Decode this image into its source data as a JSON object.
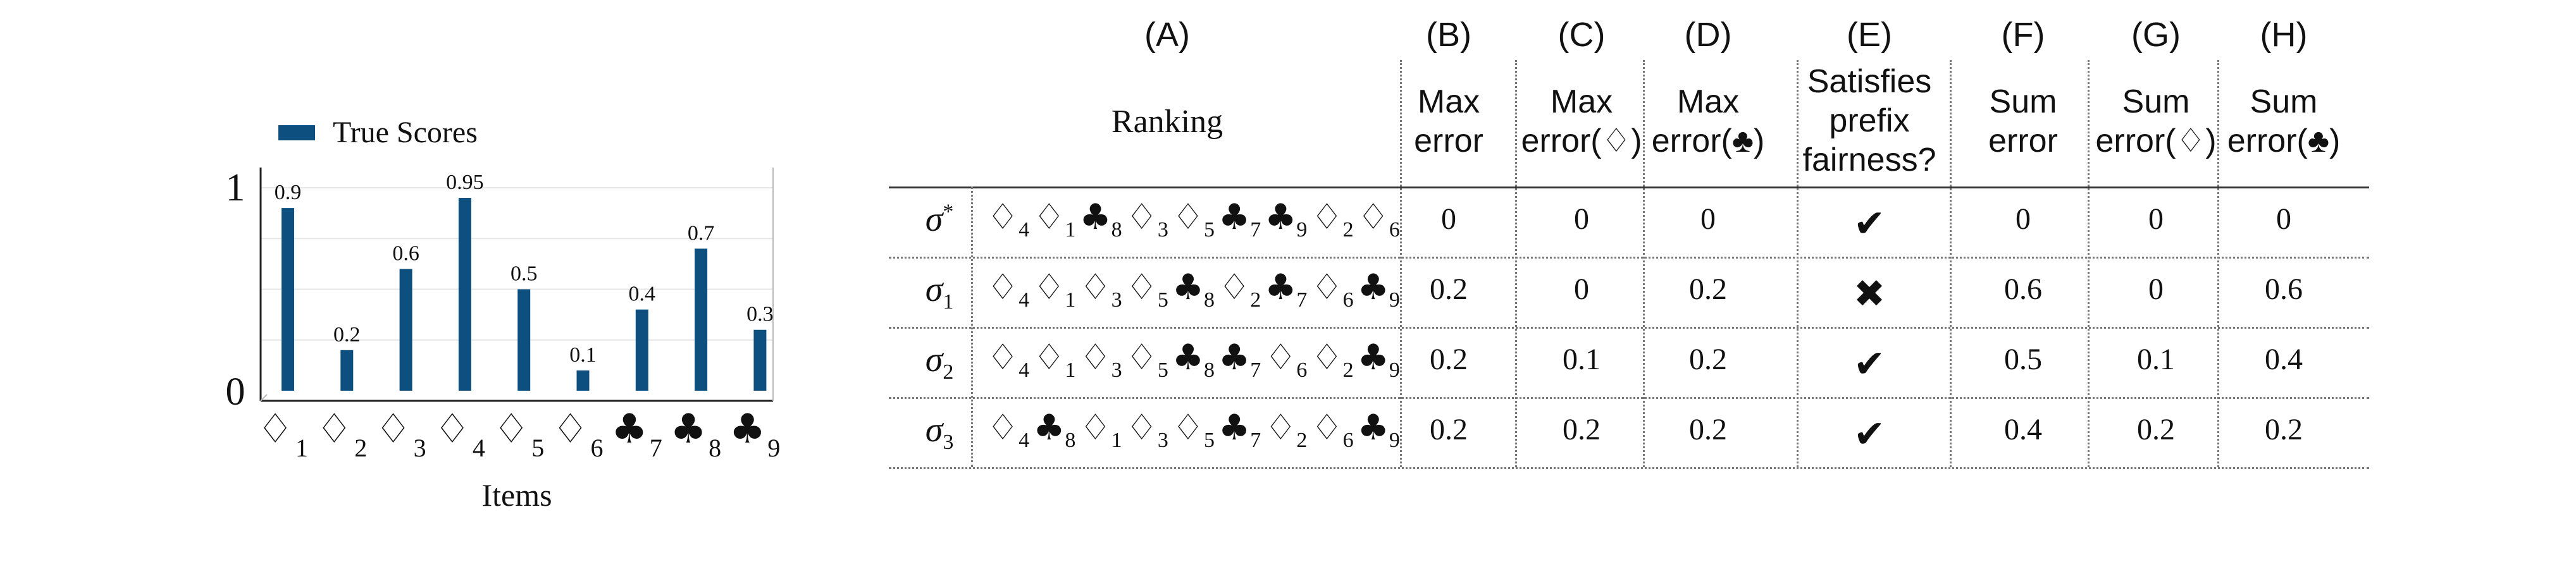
{
  "chart_data": {
    "type": "bar",
    "categories": [
      "♢1",
      "♢2",
      "♢3",
      "♢4",
      "♢5",
      "♢6",
      "♣7",
      "♣8",
      "♣9"
    ],
    "series": [
      {
        "name": "True Scores",
        "values": [
          0.9,
          0.2,
          0.6,
          0.95,
          0.5,
          0.1,
          0.4,
          0.7,
          0.3
        ]
      }
    ],
    "value_labels": [
      "0.9",
      "0.2",
      "0.6",
      "0.95",
      "0.5",
      "0.1",
      "0.4",
      "0.7",
      "0.3"
    ],
    "x_tick_labels": [
      {
        "symbol": "♢",
        "sub": "1"
      },
      {
        "symbol": "♢",
        "sub": "2"
      },
      {
        "symbol": "♢",
        "sub": "3"
      },
      {
        "symbol": "♢",
        "sub": "4"
      },
      {
        "symbol": "♢",
        "sub": "5"
      },
      {
        "symbol": "♢",
        "sub": "6"
      },
      {
        "symbol": "♣",
        "sub": "7"
      },
      {
        "symbol": "♣",
        "sub": "8"
      },
      {
        "symbol": "♣",
        "sub": "9"
      }
    ],
    "y_tick_labels": [
      "0",
      "1"
    ],
    "xlabel": "Items",
    "ylabel": "",
    "ylim": [
      0,
      1
    ],
    "grid": "horizontal",
    "legend": "top-left",
    "bar_color": "#0d5080"
  },
  "table": {
    "letters": [
      "(A)",
      "(B)",
      "(C)",
      "(D)",
      "(E)",
      "(F)",
      "(G)",
      "(H)"
    ],
    "headers": [
      [
        "Ranking"
      ],
      [
        "Max",
        "error"
      ],
      [
        "Max",
        "error(♢)"
      ],
      [
        "Max",
        "error(♣)"
      ],
      [
        "Satisfies",
        "prefix",
        "fairness?"
      ],
      [
        "Sum",
        "error"
      ],
      [
        "Sum",
        "error(♢)"
      ],
      [
        "Sum",
        "error(♣)"
      ]
    ],
    "rows": [
      {
        "label": {
          "base": "σ",
          "sub": "",
          "sup": "*"
        },
        "ranking": [
          [
            "♢",
            "4"
          ],
          [
            "♢",
            "1"
          ],
          [
            "♣",
            "8"
          ],
          [
            "♢",
            "3"
          ],
          [
            "♢",
            "5"
          ],
          [
            "♣",
            "7"
          ],
          [
            "♣",
            "9"
          ],
          [
            "♢",
            "2"
          ],
          [
            "♢",
            "6"
          ]
        ],
        "cells": [
          "0",
          "0",
          "0",
          "✔",
          "0",
          "0",
          "0"
        ]
      },
      {
        "label": {
          "base": "σ",
          "sub": "1",
          "sup": ""
        },
        "ranking": [
          [
            "♢",
            "4"
          ],
          [
            "♢",
            "1"
          ],
          [
            "♢",
            "3"
          ],
          [
            "♢",
            "5"
          ],
          [
            "♣",
            "8"
          ],
          [
            "♢",
            "2"
          ],
          [
            "♣",
            "7"
          ],
          [
            "♢",
            "6"
          ],
          [
            "♣",
            "9"
          ]
        ],
        "cells": [
          "0.2",
          "0",
          "0.2",
          "✖",
          "0.6",
          "0",
          "0.6"
        ]
      },
      {
        "label": {
          "base": "σ",
          "sub": "2",
          "sup": ""
        },
        "ranking": [
          [
            "♢",
            "4"
          ],
          [
            "♢",
            "1"
          ],
          [
            "♢",
            "3"
          ],
          [
            "♢",
            "5"
          ],
          [
            "♣",
            "8"
          ],
          [
            "♣",
            "7"
          ],
          [
            "♢",
            "6"
          ],
          [
            "♢",
            "2"
          ],
          [
            "♣",
            "9"
          ]
        ],
        "cells": [
          "0.2",
          "0.1",
          "0.2",
          "✔",
          "0.5",
          "0.1",
          "0.4"
        ]
      },
      {
        "label": {
          "base": "σ",
          "sub": "3",
          "sup": ""
        },
        "ranking": [
          [
            "♢",
            "4"
          ],
          [
            "♣",
            "8"
          ],
          [
            "♢",
            "1"
          ],
          [
            "♢",
            "3"
          ],
          [
            "♢",
            "5"
          ],
          [
            "♣",
            "7"
          ],
          [
            "♢",
            "2"
          ],
          [
            "♢",
            "6"
          ],
          [
            "♣",
            "9"
          ]
        ],
        "cells": [
          "0.2",
          "0.2",
          "0.2",
          "✔",
          "0.4",
          "0.2",
          "0.2"
        ]
      }
    ]
  }
}
